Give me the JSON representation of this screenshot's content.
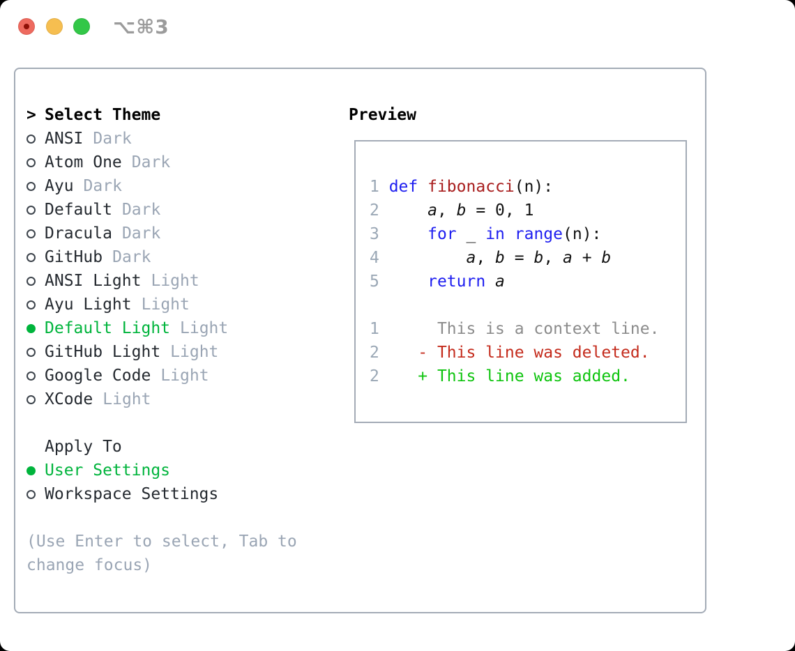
{
  "titlebar": {
    "shortcut": "⌥⌘3"
  },
  "colors": {
    "traffic_red": "#ee6a5f",
    "traffic_red_dot": "#8f1007",
    "traffic_yellow": "#f6be50",
    "traffic_green": "#33c748",
    "shortcut_gray": "#9b9b9b",
    "frame_border": "#a3abb6",
    "text_dark": "#24292f",
    "muted_gray": "#9aa5b4",
    "radio_ring": "#3c434b",
    "accent_green": "#00b43c",
    "line_number": "#9aa7b5",
    "keyword_blue": "#1d1df0",
    "function_red": "#a81d1d",
    "code_text": "#111111",
    "context_gray": "#8b8b8b",
    "deleted_red": "#c42b1c",
    "added_green": "#0fc40f"
  },
  "panel": {
    "select_theme": {
      "prompt": ">",
      "title": "Select Theme",
      "themes": [
        {
          "name": "ANSI",
          "variant": "Dark",
          "selected": false
        },
        {
          "name": "Atom One",
          "variant": "Dark",
          "selected": false
        },
        {
          "name": "Ayu",
          "variant": "Dark",
          "selected": false
        },
        {
          "name": "Default",
          "variant": "Dark",
          "selected": false
        },
        {
          "name": "Dracula",
          "variant": "Dark",
          "selected": false
        },
        {
          "name": "GitHub",
          "variant": "Dark",
          "selected": false
        },
        {
          "name": "ANSI Light",
          "variant": "Light",
          "selected": false
        },
        {
          "name": "Ayu Light",
          "variant": "Light",
          "selected": false
        },
        {
          "name": "Default Light",
          "variant": "Light",
          "selected": true
        },
        {
          "name": "GitHub Light",
          "variant": "Light",
          "selected": false
        },
        {
          "name": "Google Code",
          "variant": "Light",
          "selected": false
        },
        {
          "name": "XCode",
          "variant": "Light",
          "selected": false
        }
      ]
    },
    "apply_to": {
      "title": "Apply To",
      "options": [
        {
          "label": "User Settings",
          "selected": true
        },
        {
          "label": "Workspace Settings",
          "selected": false
        }
      ]
    },
    "help": "(Use Enter to select, Tab to change focus)"
  },
  "preview": {
    "title": "Preview",
    "lines": [
      {
        "num": "1",
        "segs": [
          {
            "t": "def",
            "c": "kw"
          },
          {
            "t": " ",
            "c": "pl"
          },
          {
            "t": "fibonacci",
            "c": "fn"
          },
          {
            "t": "(n):",
            "c": "pl"
          }
        ]
      },
      {
        "num": "2",
        "segs": [
          {
            "t": "    ",
            "c": "pl"
          },
          {
            "t": "a",
            "c": "var"
          },
          {
            "t": ", ",
            "c": "pl"
          },
          {
            "t": "b",
            "c": "var"
          },
          {
            "t": " = 0, 1",
            "c": "pl"
          }
        ]
      },
      {
        "num": "3",
        "segs": [
          {
            "t": "    ",
            "c": "pl"
          },
          {
            "t": "for",
            "c": "kw"
          },
          {
            "t": " _ ",
            "c": "pl"
          },
          {
            "t": "in",
            "c": "kw"
          },
          {
            "t": " ",
            "c": "pl"
          },
          {
            "t": "range",
            "c": "kw"
          },
          {
            "t": "(n):",
            "c": "pl"
          }
        ]
      },
      {
        "num": "4",
        "segs": [
          {
            "t": "        ",
            "c": "pl"
          },
          {
            "t": "a",
            "c": "var"
          },
          {
            "t": ", ",
            "c": "pl"
          },
          {
            "t": "b",
            "c": "var"
          },
          {
            "t": " = ",
            "c": "pl"
          },
          {
            "t": "b",
            "c": "var"
          },
          {
            "t": ", ",
            "c": "pl"
          },
          {
            "t": "a",
            "c": "var"
          },
          {
            "t": " + ",
            "c": "pl"
          },
          {
            "t": "b",
            "c": "var"
          }
        ]
      },
      {
        "num": "5",
        "segs": [
          {
            "t": "    ",
            "c": "pl"
          },
          {
            "t": "return",
            "c": "kw"
          },
          {
            "t": " ",
            "c": "pl"
          },
          {
            "t": "a",
            "c": "var"
          }
        ]
      },
      {
        "num": "",
        "segs": []
      },
      {
        "num": "1",
        "segs": [
          {
            "t": "     This is a context line.",
            "c": "ctx"
          }
        ]
      },
      {
        "num": "2",
        "segs": [
          {
            "t": "   ",
            "c": "pl"
          },
          {
            "t": "- This line was deleted.",
            "c": "del"
          }
        ]
      },
      {
        "num": "2",
        "segs": [
          {
            "t": "   ",
            "c": "pl"
          },
          {
            "t": "+ This line was added.",
            "c": "add"
          }
        ]
      }
    ]
  }
}
